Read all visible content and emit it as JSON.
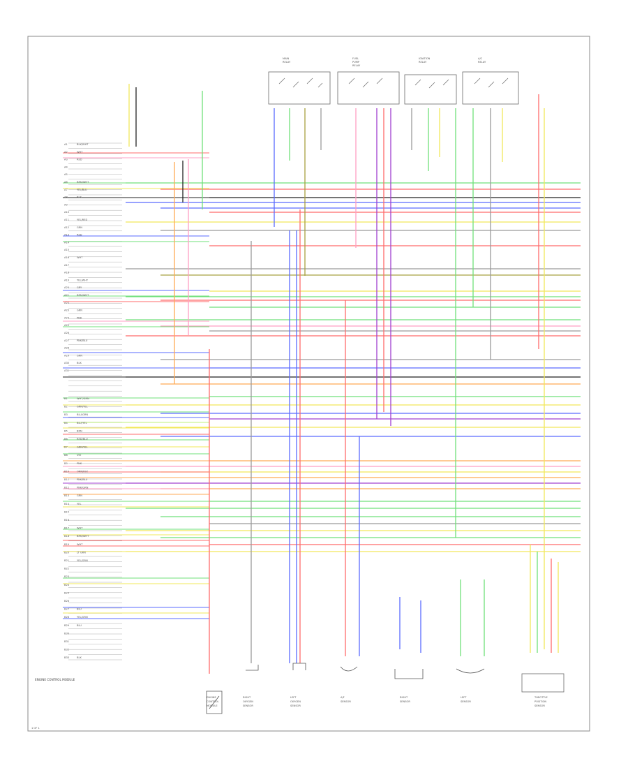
{
  "diagram": {
    "colors": {
      "black": "#222222",
      "gray": "#9a9a9a",
      "red": "#ff6b6b",
      "pink": "#ff9fc4",
      "yellow": "#f2e85a",
      "green": "#6fe07a",
      "lightgreen": "#bff07a",
      "blue": "#5a6bff",
      "violet": "#a040d0",
      "orange": "#ffaa55",
      "olive": "#a8a040"
    },
    "connector_pins": [
      {
        "pin": "A1",
        "wire": "BLK/WHT"
      },
      {
        "pin": "A2",
        "wire": "WHT"
      },
      {
        "pin": "A3",
        "wire": "RED"
      },
      {
        "pin": "A4",
        "wire": ""
      },
      {
        "pin": "A5",
        "wire": ""
      },
      {
        "pin": "A6",
        "wire": "BRN/WHT"
      },
      {
        "pin": "A7",
        "wire": "YEL/BLU"
      },
      {
        "pin": "A8",
        "wire": "BLK"
      },
      {
        "pin": "A9",
        "wire": ""
      },
      {
        "pin": "A10",
        "wire": ""
      },
      {
        "pin": "A11",
        "wire": "YEL/RED"
      },
      {
        "pin": "A12",
        "wire": "GRN"
      },
      {
        "pin": "A13",
        "wire": "RED"
      },
      {
        "pin": "A14",
        "wire": ""
      },
      {
        "pin": "A15",
        "wire": ""
      },
      {
        "pin": "A16",
        "wire": "WHT"
      },
      {
        "pin": "A17",
        "wire": ""
      },
      {
        "pin": "A18",
        "wire": ""
      },
      {
        "pin": "A19",
        "wire": "YEL/WHT"
      },
      {
        "pin": "A20",
        "wire": "GRY"
      },
      {
        "pin": "A21",
        "wire": "BRN/WHT"
      },
      {
        "pin": "A22",
        "wire": ""
      },
      {
        "pin": "A23",
        "wire": "GRN"
      },
      {
        "pin": "A24",
        "wire": "PNK"
      },
      {
        "pin": "A25",
        "wire": ""
      },
      {
        "pin": "A26",
        "wire": ""
      },
      {
        "pin": "A27",
        "wire": "PNK/BLU"
      },
      {
        "pin": "A28",
        "wire": ""
      },
      {
        "pin": "A29",
        "wire": "GRN"
      },
      {
        "pin": "A30",
        "wire": "BLK"
      },
      {
        "pin": "A31",
        "wire": ""
      }
    ],
    "connector_pins_b": [
      {
        "pin": "B1",
        "wire": "WHT/GRN"
      },
      {
        "pin": "B2",
        "wire": "GRN/YEL"
      },
      {
        "pin": "B3",
        "wire": "BLU/GRN"
      },
      {
        "pin": "B4",
        "wire": "BLU/YEL"
      },
      {
        "pin": "B5",
        "wire": "BRN"
      },
      {
        "pin": "B6",
        "wire": "RED/BLU"
      },
      {
        "pin": "B7",
        "wire": "GRN/YEL"
      },
      {
        "pin": "B8",
        "wire": "VIO"
      },
      {
        "pin": "B9",
        "wire": "PNK"
      },
      {
        "pin": "B10",
        "wire": "ORN/BLK"
      },
      {
        "pin": "B11",
        "wire": "PNK/BLU"
      },
      {
        "pin": "B12",
        "wire": "PNK/GRN"
      },
      {
        "pin": "B13",
        "wire": "GRN"
      },
      {
        "pin": "B14",
        "wire": "YEL"
      },
      {
        "pin": "B15",
        "wire": ""
      },
      {
        "pin": "B16",
        "wire": ""
      },
      {
        "pin": "B17",
        "wire": "WHT"
      },
      {
        "pin": "B18",
        "wire": "BRN/WHT"
      },
      {
        "pin": "B19",
        "wire": "WHT"
      },
      {
        "pin": "B20",
        "wire": "LT GRN"
      },
      {
        "pin": "B21",
        "wire": "YEL/GRN"
      },
      {
        "pin": "B22",
        "wire": ""
      },
      {
        "pin": "B23",
        "wire": ""
      },
      {
        "pin": "B24",
        "wire": ""
      },
      {
        "pin": "B25",
        "wire": ""
      },
      {
        "pin": "B26",
        "wire": ""
      },
      {
        "pin": "B27",
        "wire": "BLU"
      },
      {
        "pin": "B28",
        "wire": "YEL/GRN"
      },
      {
        "pin": "B29",
        "wire": "BLU"
      },
      {
        "pin": "B30",
        "wire": ""
      },
      {
        "pin": "B31",
        "wire": ""
      },
      {
        "pin": "B32",
        "wire": ""
      },
      {
        "pin": "B33",
        "wire": "BLK"
      }
    ],
    "bottom_components": [
      {
        "id": "c1",
        "label": "ENGINE CONTROL MODULE"
      },
      {
        "id": "c2",
        "label": "RIGHT OXYGEN SENSOR"
      },
      {
        "id": "c3",
        "label": "LEFT OXYGEN SENSOR"
      },
      {
        "id": "c4",
        "label": "A/F SENSOR"
      },
      {
        "id": "c5",
        "label": "RIGHT SENSOR"
      },
      {
        "id": "c6",
        "label": "LEFT SENSOR"
      },
      {
        "id": "c7",
        "label": "THROTTLE POSITION SENSOR"
      }
    ],
    "top_components": [
      {
        "id": "t1",
        "label": "MAIN RELAY"
      },
      {
        "id": "t2",
        "label": "FUEL PUMP RELAY"
      },
      {
        "id": "t3",
        "label": "IGNITION RELAY"
      },
      {
        "id": "t4",
        "label": "A/C RELAY"
      }
    ],
    "ecm_label": "ENGINE CONTROL MODULE",
    "footer": "1 OF 1"
  }
}
